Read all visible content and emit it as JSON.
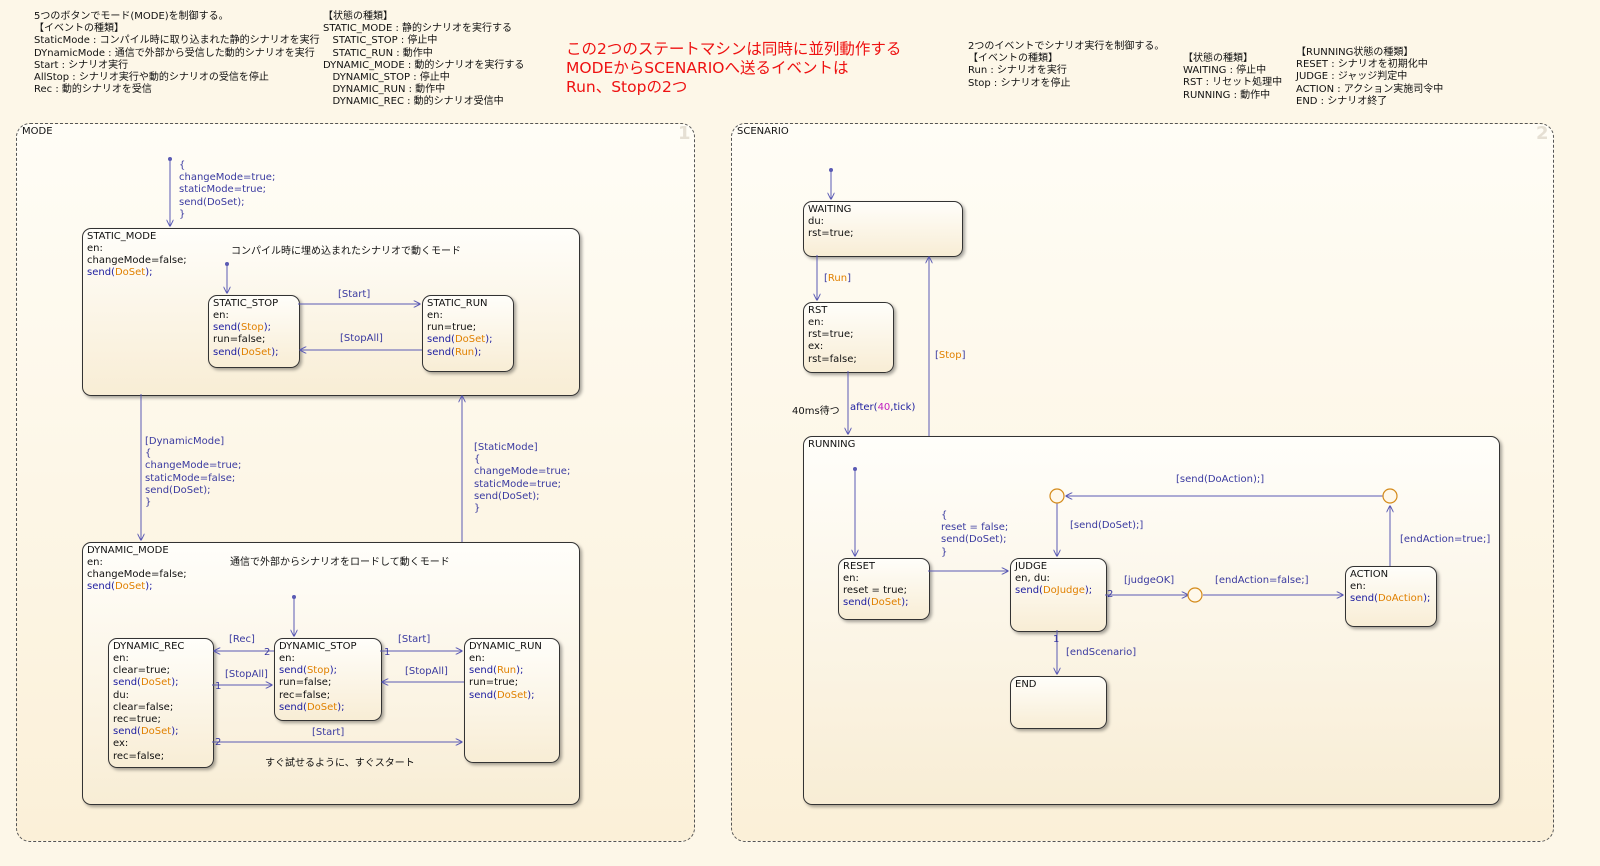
{
  "notes": {
    "mode_events": "5つのボタンでモード(MODE)を制御する。\n【イベントの種類】\nStaticMode : コンパイル時に取り込まれた静的シナリオを実行\nDYnamicMode : 通信で外部から受信した動的シナリオを実行\nStart : シナリオ実行\nAllStop : シナリオ実行や動的シナリオの受信を停止\nRec : 動的シナリオを受信",
    "mode_states": "【状態の種類】\nSTATIC_MODE : 静的シナリオを実行する\n   STATIC_STOP : 停止中\n   STATIC_RUN : 動作中\nDYNAMIC_MODE : 動的シナリオを実行する\n   DYNAMIC_STOP : 停止中\n   DYNAMIC_RUN : 動作中\n   DYNAMIC_REC : 動的シナリオ受信中",
    "red_title": "この2つのステートマシンは同時に並列動作する\nMODEからSCENARIOへ送るイベントは\nRun、Stopの2つ",
    "scenario_events": "2つのイベントでシナリオ実行を制御する。\n【イベントの種類】\nRun : シナリオを実行\nStop : シナリオを停止",
    "scenario_states": "【状態の種類】\nWAITING : 停止中\nRST : リセット処理中\nRUNNING : 動作中",
    "running_states": "【RUNNING状態の種類】\nRESET : シナリオを初期化中\nJUDGE : ジャッジ判定中\nACTION : アクション実施司令中\nEND : シナリオ終了"
  },
  "regions": {
    "mode": {
      "label": "MODE",
      "number": "1"
    },
    "scenario": {
      "label": "SCENARIO",
      "number": "2"
    }
  },
  "states": {
    "static_mode": {
      "name": "STATIC_MODE",
      "lines": [
        "en:",
        "changeMode=false;",
        "send(DoSet);"
      ],
      "caption": "コンパイル時に埋め込まれたシナリオで動くモード"
    },
    "static_stop": {
      "name": "STATIC_STOP",
      "lines": [
        "en:",
        "send(Stop);",
        "run=false;",
        "send(DoSet);"
      ]
    },
    "static_run": {
      "name": "STATIC_RUN",
      "lines": [
        "en:",
        "run=true;",
        "send(DoSet);",
        "send(Run);"
      ]
    },
    "dynamic_mode": {
      "name": "DYNAMIC_MODE",
      "lines": [
        "en:",
        "changeMode=false;",
        "send(DoSet);"
      ],
      "caption": "通信で外部からシナリオをロードして動くモード"
    },
    "dynamic_rec": {
      "name": "DYNAMIC_REC",
      "lines": [
        "en:",
        "clear=true;",
        "send(DoSet);",
        "du:",
        "clear=false;",
        "rec=true;",
        "send(DoSet);",
        "ex:",
        "rec=false;"
      ]
    },
    "dynamic_stop": {
      "name": "DYNAMIC_STOP",
      "lines": [
        "en:",
        "send(Stop);",
        "run=false;",
        "rec=false;",
        "send(DoSet);"
      ]
    },
    "dynamic_run": {
      "name": "DYNAMIC_RUN",
      "lines": [
        "en:",
        "send(Run);",
        "run=true;",
        "send(DoSet);"
      ]
    },
    "waiting": {
      "name": "WAITING",
      "lines": [
        "du:",
        "rst=true;"
      ]
    },
    "rst": {
      "name": "RST",
      "lines": [
        "en:",
        "rst=true;",
        "ex:",
        "rst=false;"
      ]
    },
    "running": {
      "name": "RUNNING",
      "lines": []
    },
    "reset": {
      "name": "RESET",
      "lines": [
        "en:",
        "reset = true;",
        "send(DoSet);"
      ]
    },
    "judge": {
      "name": "JUDGE",
      "lines": [
        "en, du:",
        "send(DoJudge);"
      ]
    },
    "action": {
      "name": "ACTION",
      "lines": [
        "en:",
        "send(DoAction);"
      ]
    },
    "end": {
      "name": "END",
      "lines": []
    }
  },
  "transitions": {
    "mode_default": "{\nchangeMode=true;\nstaticMode=true;\nsend(DoSet);\n}",
    "start": "[Start]",
    "stop_all": "[StopAll]",
    "to_dynamic": "[DynamicMode]\n{\nchangeMode=true;\nstaticMode=false;\nsend(DoSet);\n}",
    "to_static": "[StaticMode]\n{\nchangeMode=true;\nstaticMode=true;\nsend(DoSet);\n}",
    "rec": "[Rec]",
    "stop_all_2": "[StopAll]",
    "start_from_dyn_stop": "[Start]",
    "stop_all_from_run": "[StopAll]",
    "start_from_rec": "[Start]",
    "dyn_caption": "すぐ試せるように、すぐスタート",
    "prio_2a": "2",
    "prio_1a": "1",
    "prio_1b": "1",
    "prio_2b": "2",
    "run": "[Run]",
    "wait_caption": "40ms待つ",
    "after": "after(40,tick)",
    "stop": "[Stop]",
    "reset_to_judge": "{\nreset = false;\nsend(DoSet);\n}",
    "send_doaction": "[send(DoAction);]",
    "send_doset": "[send(DoSet);]",
    "judge_ok": "[judgeOK]",
    "end_action_false": "[endAction=false;]",
    "end_action_true": "[endAction=true;]",
    "end_scenario": "[endScenario]",
    "prio_judge_2": "2",
    "prio_judge_1": "1"
  },
  "colors": {
    "line": "#5a5ab4",
    "junction": "#d48a1a",
    "label": "#3a3aa0",
    "function_arg": "#e08000",
    "red_text": "#ee1111"
  }
}
